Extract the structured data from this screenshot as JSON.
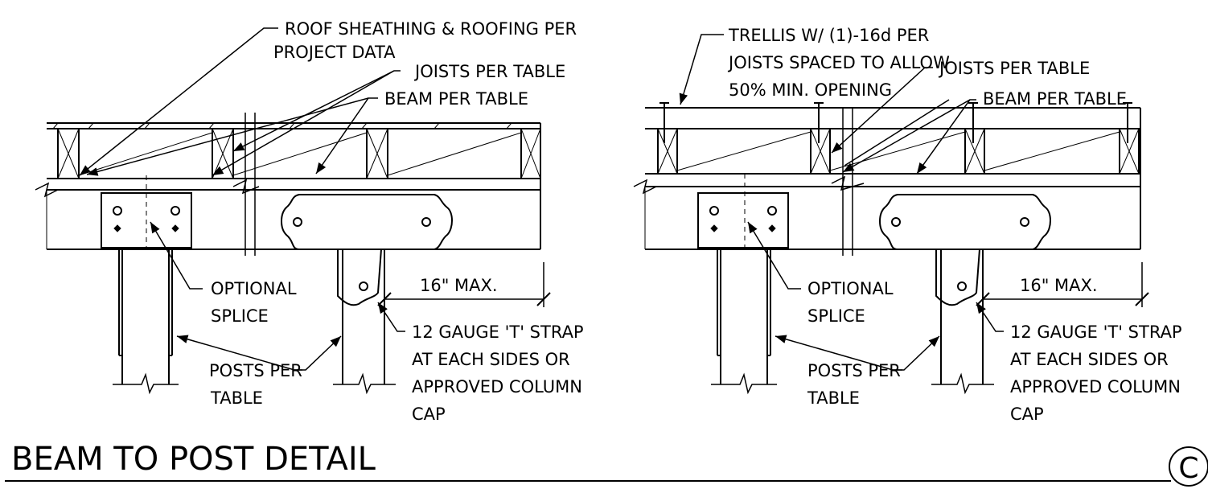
{
  "title": "BEAM TO POST DETAIL",
  "detail_marker": "C",
  "left_detail": {
    "labels": {
      "roof_1": "ROOF SHEATHING & ROOFING PER",
      "roof_2": "PROJECT DATA",
      "joists": "JOISTS PER TABLE",
      "beam": "BEAM PER TABLE",
      "splice_1": "OPTIONAL",
      "splice_2": "SPLICE",
      "posts_1": "POSTS PER",
      "posts_2": "TABLE",
      "dim": "16\" MAX.",
      "strap_1": "12 GAUGE 'T' STRAP",
      "strap_2": "AT EACH SIDES OR",
      "strap_3": "APPROVED COLUMN",
      "strap_4": "CAP"
    }
  },
  "right_detail": {
    "labels": {
      "trellis_1": "TRELLIS W/ (1)-16d PER",
      "trellis_2": "JOISTS SPACED TO ALLOW",
      "trellis_3": "50% MIN. OPENING",
      "joists": "JOISTS PER TABLE",
      "beam": "BEAM PER TABLE",
      "splice_1": "OPTIONAL",
      "splice_2": "SPLICE",
      "posts_1": "POSTS PER",
      "posts_2": "TABLE",
      "dim": "16\" MAX.",
      "strap_1": "12 GAUGE 'T' STRAP",
      "strap_2": "AT EACH SIDES OR",
      "strap_3": "APPROVED COLUMN",
      "strap_4": "CAP"
    }
  }
}
